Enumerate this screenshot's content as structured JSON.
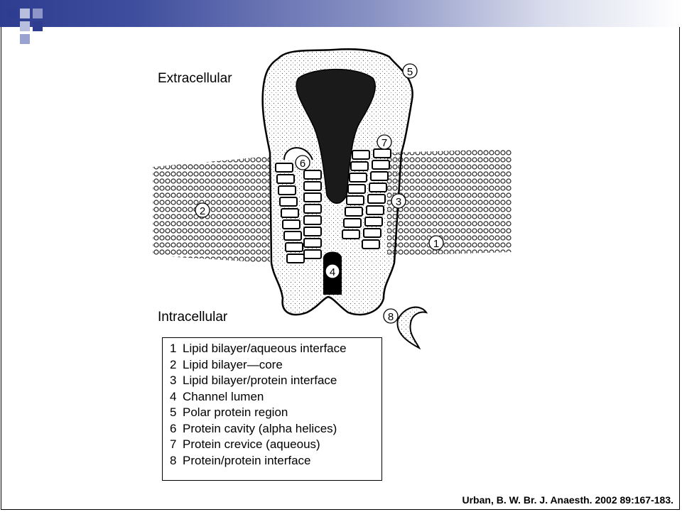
{
  "labels": {
    "extracellular": "Extracellular",
    "intracellular": "Intracellular"
  },
  "markers": [
    "1",
    "2",
    "3",
    "4",
    "5",
    "6",
    "7",
    "8"
  ],
  "legend": [
    {
      "num": "1",
      "text": "Lipid bilayer/aqueous interface"
    },
    {
      "num": "2",
      "text": "Lipid bilayer—core"
    },
    {
      "num": "3",
      "text": "Lipid bilayer/protein interface"
    },
    {
      "num": "4",
      "text": "Channel lumen"
    },
    {
      "num": "5",
      "text": "Polar protein region"
    },
    {
      "num": "6",
      "text": "Protein cavity (alpha helices)"
    },
    {
      "num": "7",
      "text": "Protein crevice (aqueous)"
    },
    {
      "num": "8",
      "text": "Protein/protein interface"
    }
  ],
  "citation": "Urban, B. W. Br. J. Anaesth. 2002 89:167-183.",
  "colors": {
    "header_start": "#2e3d8f",
    "header_end": "#ffffff",
    "accent_square": "#2e3d8f",
    "light_square": "#b8bedd"
  }
}
